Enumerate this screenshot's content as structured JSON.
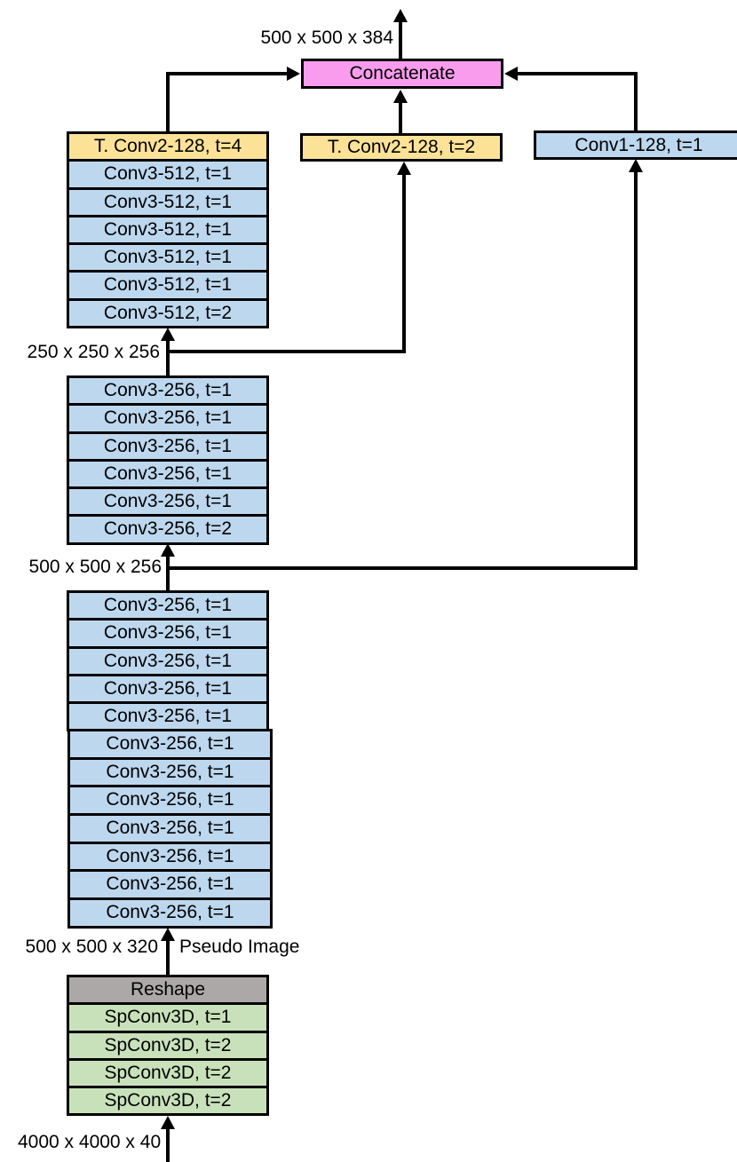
{
  "colors": {
    "concatenate_pink": "#F99CEE",
    "transposed_conv_yellow": "#FCE297",
    "conv_blue": "#BDD7EE",
    "spconv_green": "#C8E1BA",
    "reshape_gray": "#ACA8A8",
    "line_black": "#000000"
  },
  "labels": {
    "output_dim": "500 x 500 x 384",
    "dim_250_250_256": "250 x 250 x 256",
    "dim_500_500_256": "500 x 500 x 256",
    "dim_500_500_320": "500 x 500 x 320",
    "pseudo_image": "Pseudo Image",
    "input_dim": "4000 x 4000 x 40"
  },
  "nodes": {
    "concatenate": "Concatenate",
    "head_left": "T. Conv2-128, t=4",
    "head_mid": "T. Conv2-128, t=2",
    "head_right": "Conv1-128, t=1",
    "reshape": "Reshape"
  },
  "stacks": {
    "conv512": {
      "rows": [
        "Conv3-512, t=1",
        "Conv3-512, t=1",
        "Conv3-512, t=1",
        "Conv3-512, t=1",
        "Conv3-512, t=1",
        "Conv3-512, t=2"
      ]
    },
    "conv256_upper": {
      "rows": [
        "Conv3-256, t=1",
        "Conv3-256, t=1",
        "Conv3-256, t=1",
        "Conv3-256, t=1",
        "Conv3-256, t=1",
        "Conv3-256, t=2"
      ]
    },
    "conv256_lower_a": {
      "rows": [
        "Conv3-256, t=1",
        "Conv3-256, t=1",
        "Conv3-256, t=1",
        "Conv3-256, t=1",
        "Conv3-256, t=1"
      ]
    },
    "conv256_lower_b": {
      "rows": [
        "Conv3-256, t=1",
        "Conv3-256, t=1",
        "Conv3-256, t=1",
        "Conv3-256, t=1",
        "Conv3-256, t=1",
        "Conv3-256, t=1",
        "Conv3-256, t=1"
      ]
    },
    "spconv": {
      "rows": [
        "SpConv3D, t=1",
        "SpConv3D, t=2",
        "SpConv3D, t=2",
        "SpConv3D, t=2"
      ]
    }
  }
}
